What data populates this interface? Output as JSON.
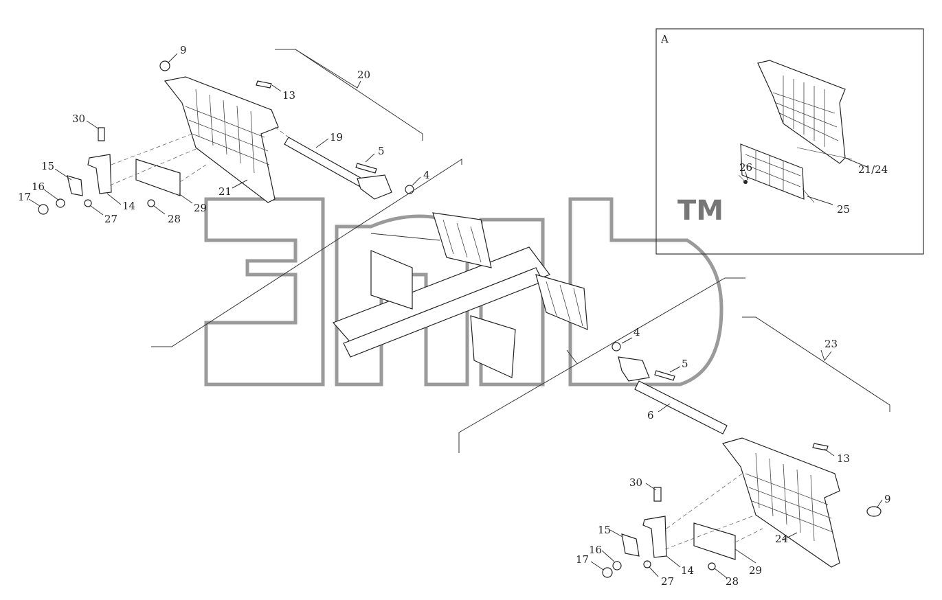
{
  "watermark": {
    "trademark": "TM"
  },
  "inset": {
    "label": "A"
  },
  "callouts": {
    "c9a": "9",
    "c13a": "13",
    "c20": "20",
    "c19": "19",
    "c30a": "30",
    "c5a": "5",
    "c4a": "4",
    "c15a": "15",
    "c16a": "16",
    "c17a": "17",
    "c14a": "14",
    "c27a": "27",
    "c28a": "28",
    "c29a": "29",
    "c21": "21",
    "c26": "26",
    "c2124": "21/24",
    "c25": "25",
    "c4b": "4",
    "c5b": "5",
    "c23": "23",
    "c6": "6",
    "c13b": "13",
    "c30b": "30",
    "c9b": "9",
    "c15b": "15",
    "c16b": "16",
    "c17b": "17",
    "c14b": "14",
    "c29b": "29",
    "c24": "24",
    "c27b": "27",
    "c28b": "28"
  }
}
